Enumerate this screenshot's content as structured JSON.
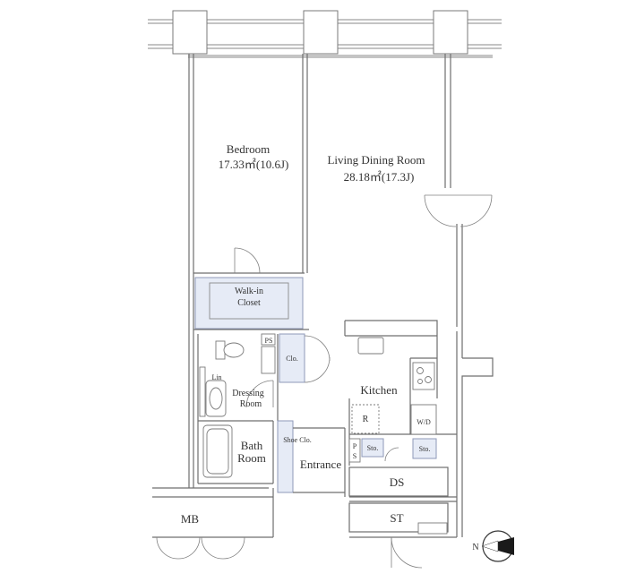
{
  "rooms": {
    "bedroom": {
      "name": "Bedroom",
      "area": "17.33㎡(10.6J)"
    },
    "living": {
      "name": "Living Dining Room",
      "area": "28.18㎡(17.3J)"
    },
    "walkin": {
      "line1": "Walk-in",
      "line2": "Closet"
    },
    "kitchen": {
      "name": "Kitchen"
    },
    "dressing": {
      "line1": "Dressing",
      "line2": "Room"
    },
    "bath": {
      "line1": "Bath",
      "line2": "Room"
    },
    "entrance": {
      "name": "Entrance"
    },
    "ds": {
      "name": "DS"
    },
    "st": {
      "name": "ST"
    },
    "mb": {
      "name": "MB"
    }
  },
  "fixtures": {
    "ps_top": "PS",
    "ps_bottom_p": "P",
    "ps_bottom_s": "S",
    "clo": "Clo.",
    "lin": "Lin",
    "shoe": "Shoe Clo.",
    "r": "R",
    "wd": "W/D",
    "sto1": "Sto.",
    "sto2": "Sto."
  },
  "compass": {
    "north": "N"
  },
  "colors": {
    "wall": "#6f6f6f",
    "storage": "#e6ebf6",
    "text": "#333333"
  }
}
